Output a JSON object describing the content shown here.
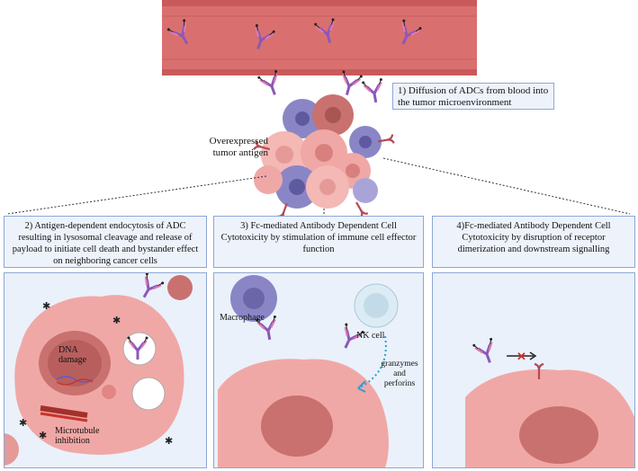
{
  "step1_text": "1) Diffusion of ADCs from blood into the tumor microenvironment",
  "overexpressed_label": "Overexpressed tumor antigen",
  "panel2": {
    "header": "2) Antigen-dependent endocytosis of ADC resulting in lysosomal cleavage and release of payload to initiate cell death and bystander effect on neighboring cancer cells",
    "dna_label": "DNA damage",
    "microtubule_label": "Microtubule inhibition"
  },
  "panel3": {
    "header": "3) Fc-mediated Antibody Dependent Cell Cytotoxicity by stimulation of immune cell effector function",
    "macrophage_label": "Macrophage",
    "nk_label": "NK cell",
    "granzymes_label": "granzymes and perforins"
  },
  "panel4": {
    "header": "4)Fc-mediated Antibody Dependent Cell Cytotoxicity by disruption of receptor dimerization and downstream signalling"
  },
  "colors": {
    "vessel": "#d9706f",
    "cell_pink": "#f0a8a6",
    "nucleus": "#c9716f",
    "cell_purple": "#8a86c6",
    "panel_border": "#8ea6d6",
    "panel_bg": "#eaf1fb",
    "antibody_purple": "#8c58b8",
    "antibody_pink": "#e07ab3",
    "arrow_blue": "#2aa0d6",
    "x_red": "#c9342c"
  }
}
